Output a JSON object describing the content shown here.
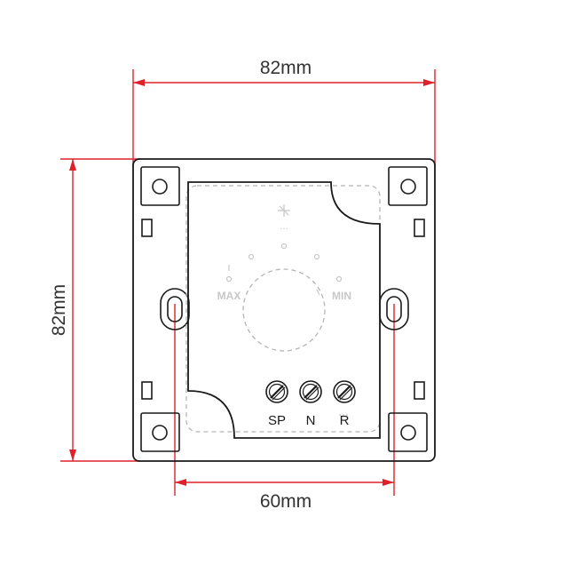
{
  "dimensions": {
    "top_width": "82mm",
    "left_height": "82mm",
    "bottom_hole_spacing": "60mm"
  },
  "terminals": {
    "labels": [
      "SP",
      "N",
      "R"
    ]
  },
  "panel_markings": {
    "top_symbol": "…",
    "left_text": "MAX",
    "right_text": "MIN",
    "bottom_right_text": "…"
  },
  "colors": {
    "dimension_line": "#e0202a",
    "outline": "#1a1a1a",
    "dashed": "#b5b5b5",
    "faint_text": "#c8c8c8"
  }
}
